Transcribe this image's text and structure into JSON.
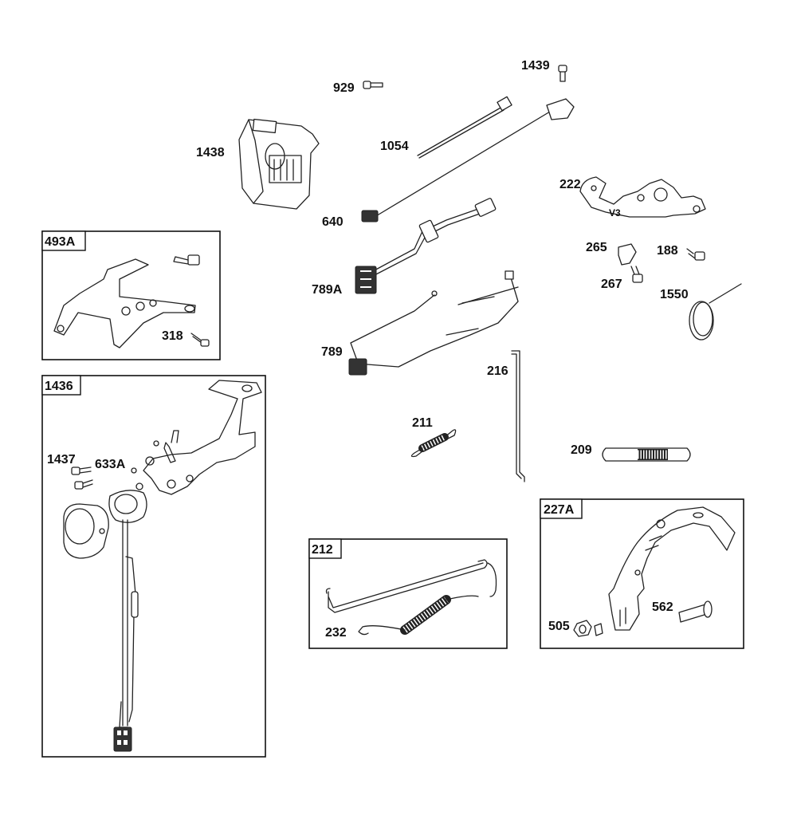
{
  "labels": {
    "p1439": "1439",
    "p929": "929",
    "p1054": "1054",
    "p1438": "1438",
    "p640": "640",
    "p222": "222",
    "p789A": "789A",
    "p265": "265",
    "p188": "188",
    "p267": "267",
    "p1550": "1550",
    "p318": "318",
    "p789": "789",
    "p216": "216",
    "p211": "211",
    "p209": "209",
    "p1437": "1437",
    "p633A": "633A",
    "p232": "232",
    "p505": "505",
    "p562": "562",
    "v3": "V3"
  },
  "boxes": {
    "b493A": "493A",
    "b1436": "1436",
    "b212": "212",
    "b227A": "227A"
  }
}
